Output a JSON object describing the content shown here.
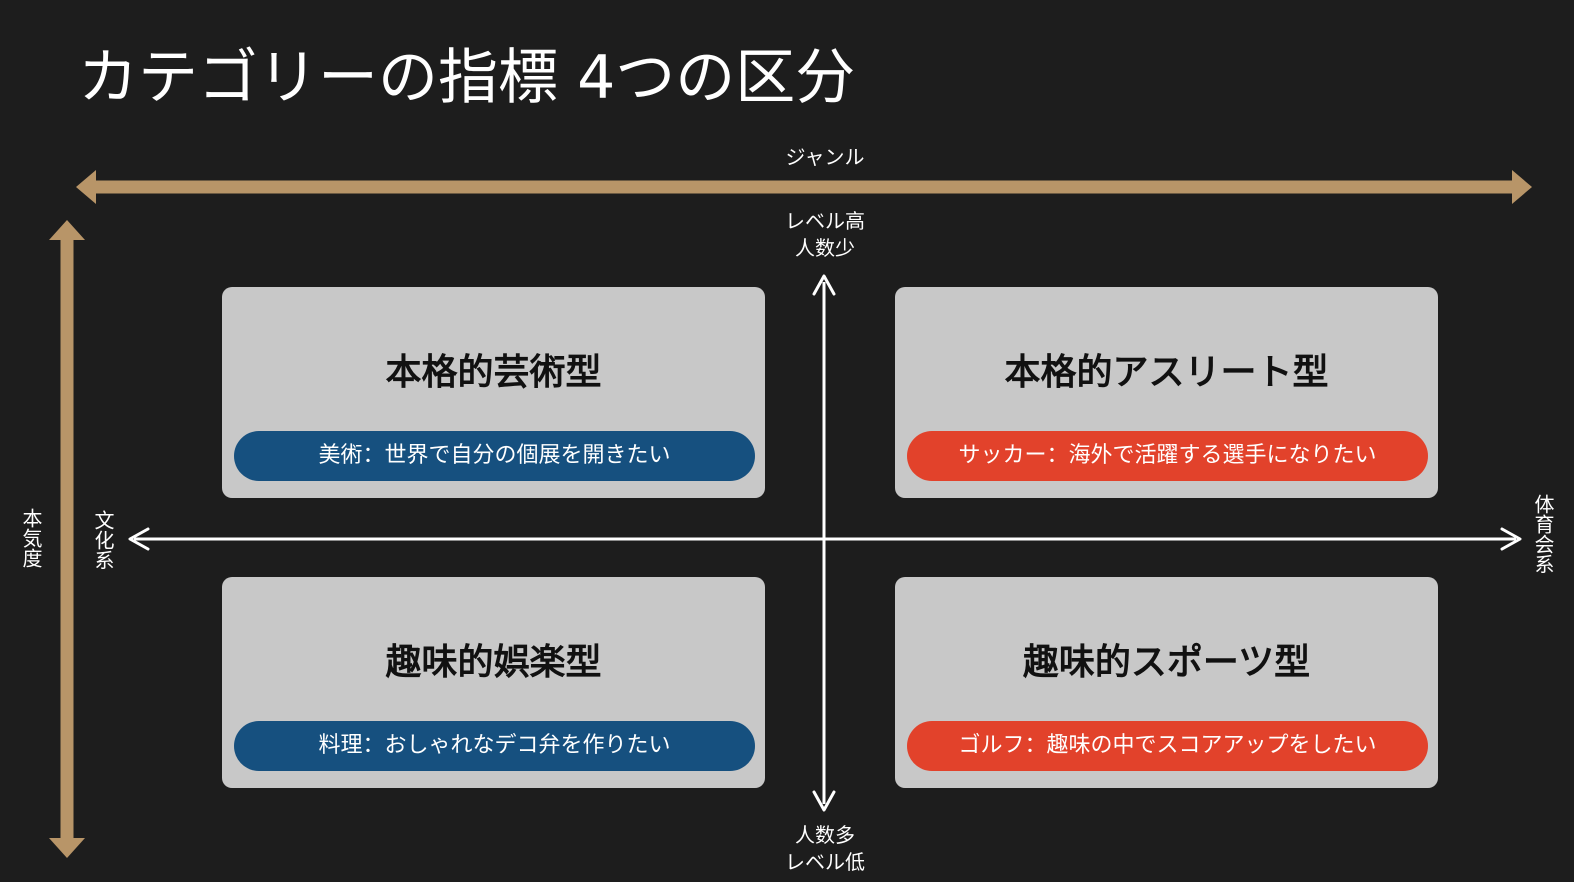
{
  "title": "カテゴリーの指標 4つの区分",
  "axes": {
    "horizontal_top": "ジャンル",
    "vertical_left": "本気度",
    "center_top": [
      "レベル高",
      "人数少"
    ],
    "center_bottom": [
      "人数多",
      "レベル低"
    ],
    "center_left": "文化系",
    "center_right": "体育会系"
  },
  "quadrants": [
    {
      "title": "本格的芸術型",
      "example": "美術：世界で自分の個展を開きたい",
      "color": "#16507f"
    },
    {
      "title": "本格的アスリート型",
      "example": "サッカー：海外で活躍する選手になりたい",
      "color": "#e2422b"
    },
    {
      "title": "趣味的娯楽型",
      "example": "料理：おしゃれなデコ弁を作りたい",
      "color": "#16507f"
    },
    {
      "title": "趣味的スポーツ型",
      "example": "ゴルフ：趣味の中でスコアアップをしたい",
      "color": "#e2422b"
    }
  ],
  "colors": {
    "background": "#1d1d1d",
    "axis_gold": "#b89568",
    "card": "#c8c8c8",
    "blue": "#16507f",
    "red": "#e2422b"
  }
}
